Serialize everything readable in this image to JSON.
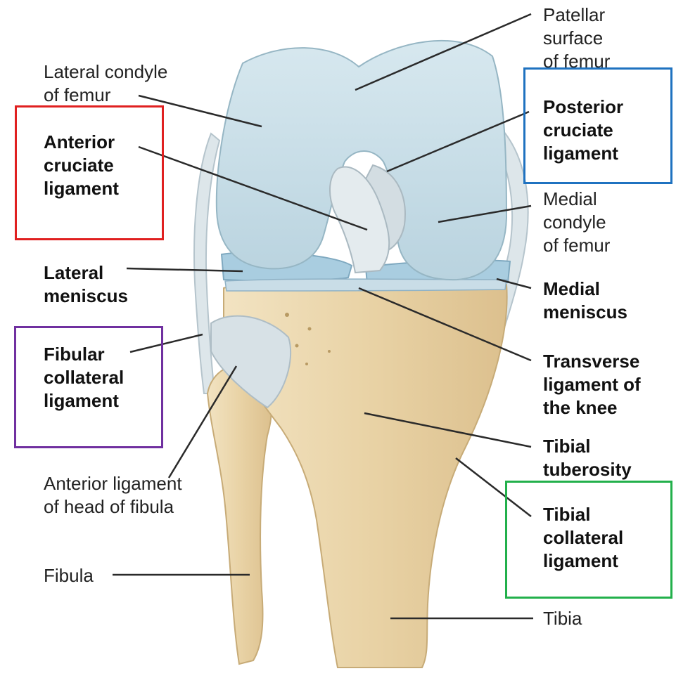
{
  "labels": {
    "patellar_surface": [
      "Patellar",
      "surface",
      "of femur"
    ],
    "lateral_condyle": [
      "Lateral condyle",
      "of femur"
    ],
    "acl": [
      "Anterior",
      "cruciate",
      "ligament"
    ],
    "pcl": [
      "Posterior",
      "cruciate",
      "ligament"
    ],
    "medial_condyle": [
      "Medial",
      "condyle",
      "of femur"
    ],
    "lateral_meniscus": [
      "Lateral",
      "meniscus"
    ],
    "medial_meniscus": [
      "Medial",
      "meniscus"
    ],
    "fibular_collateral": [
      "Fibular",
      "collateral",
      "ligament"
    ],
    "transverse_ligament": [
      "Transverse",
      "ligament of",
      "the knee"
    ],
    "tibial_tuberosity": [
      "Tibial",
      "tuberosity"
    ],
    "anterior_ligament_fibula": [
      "Anterior ligament",
      "of head of fibula"
    ],
    "tibial_collateral": [
      "Tibial",
      "collateral",
      "ligament"
    ],
    "fibula": [
      "Fibula"
    ],
    "tibia": [
      "Tibia"
    ]
  },
  "highlight_colors": {
    "acl": "#e02020",
    "pcl": "#1f72c0",
    "fibular_collateral": "#7030a0",
    "tibial_collateral": "#22b04b"
  },
  "colors": {
    "femur": "#c6dce6",
    "bone": "#ead6ad",
    "ligament": "#dde6ea",
    "meniscus": "#a9cde0",
    "leader": "#2a2a2a"
  }
}
